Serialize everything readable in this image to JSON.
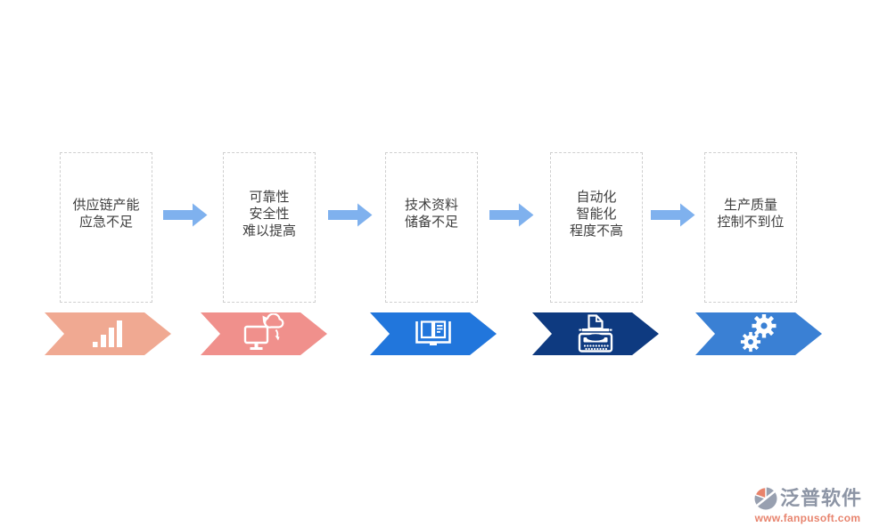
{
  "diagram": {
    "steps": [
      {
        "label": "供应链产能\n应急不足",
        "banner_color": "#F0A992",
        "icon": "bar-chart"
      },
      {
        "label": "可靠性\n安全性\n难以提高",
        "banner_color": "#F0908C",
        "icon": "cloud-sync-monitor"
      },
      {
        "label": "技术资料\n储备不足",
        "banner_color": "#2176DC",
        "icon": "open-book"
      },
      {
        "label": "自动化\n智能化\n程度不高",
        "banner_color": "#0E3A80",
        "icon": "typewriter"
      },
      {
        "label": "生产质量\n控制不到位",
        "banner_color": "#3A80D4",
        "icon": "gears"
      }
    ],
    "arrow_color": "#7FB1EE",
    "box_border_color": "#CFCFCF",
    "text_color": "#3F3F3F"
  },
  "watermark": {
    "brand": "泛普软件",
    "url": "www.fanpusoft.com",
    "brand_color": "#8D95A5",
    "url_color": "#E8846E",
    "logo_salmon": "#E8836B",
    "logo_grey": "#98A0B0"
  }
}
